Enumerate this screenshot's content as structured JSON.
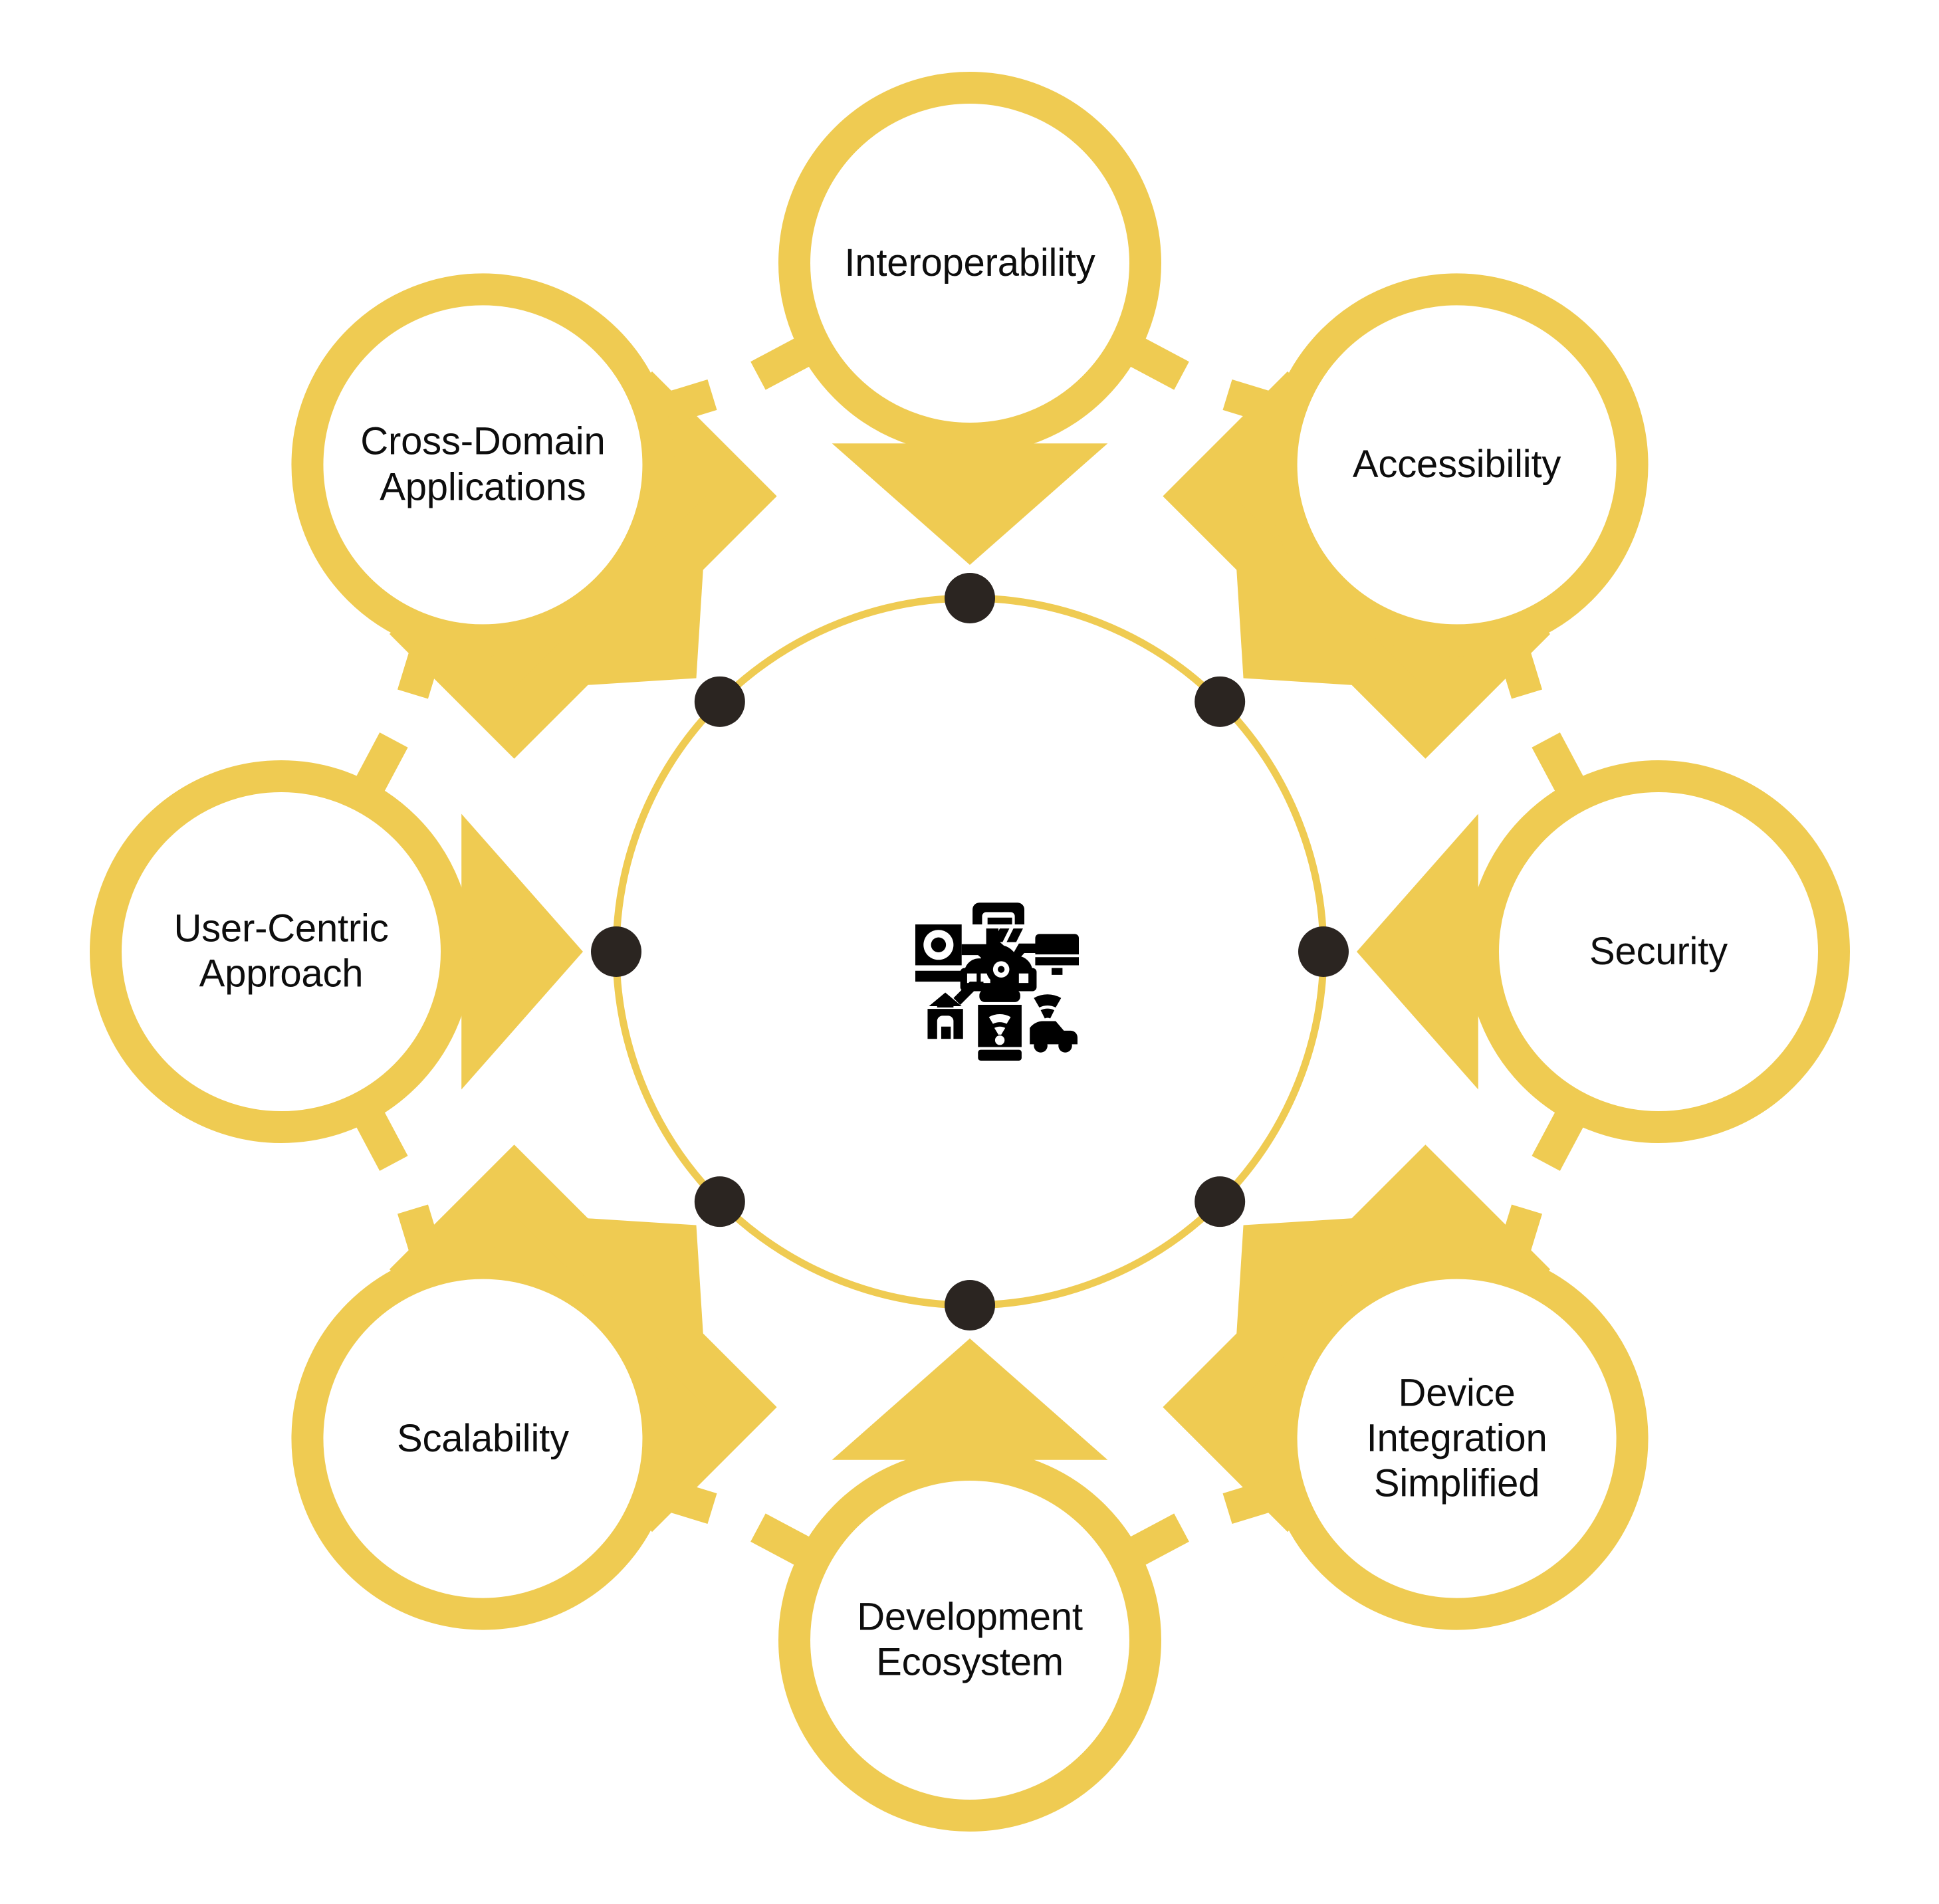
{
  "diagram": {
    "type": "hub-and-spoke-radial",
    "title_visible": false,
    "center": {
      "icon_name": "iot-connected-devices-icon",
      "icon_parts": [
        "cloud-hub",
        "camera",
        "monitor",
        "smart-home",
        "smartphone-wifi",
        "wifi-signal",
        "car",
        "network-connectors"
      ],
      "ring_node_count": 8
    },
    "colors": {
      "accent_yellow": "#EFCB52",
      "node_dot_dark": "#2B2521",
      "label_text": "#0D0D0D",
      "background": "#FFFFFF"
    },
    "nodes": [
      {
        "id": "interoperability",
        "label": "Interoperability",
        "angle_deg": 270,
        "arrow_direction": "down",
        "position": "top"
      },
      {
        "id": "accessibility",
        "label": "Accessibility",
        "angle_deg": 315,
        "arrow_direction": "down-left",
        "position": "top-right"
      },
      {
        "id": "security",
        "label": "Security",
        "angle_deg": 0,
        "arrow_direction": "left",
        "position": "right"
      },
      {
        "id": "device-integration",
        "label": "Device\nIntegration\nSimplified",
        "angle_deg": 45,
        "arrow_direction": "up-left",
        "position": "bottom-right"
      },
      {
        "id": "development-ecosystem",
        "label": "Development\nEcosystem",
        "angle_deg": 90,
        "arrow_direction": "up",
        "position": "bottom"
      },
      {
        "id": "scalability",
        "label": "Scalability",
        "angle_deg": 135,
        "arrow_direction": "up-right",
        "position": "bottom-left"
      },
      {
        "id": "user-centric",
        "label": "User-Centric\nApproach",
        "angle_deg": 180,
        "arrow_direction": "right",
        "position": "left"
      },
      {
        "id": "cross-domain",
        "label": "Cross-Domain\nApplications",
        "angle_deg": 225,
        "arrow_direction": "down-right",
        "position": "top-left"
      }
    ]
  }
}
